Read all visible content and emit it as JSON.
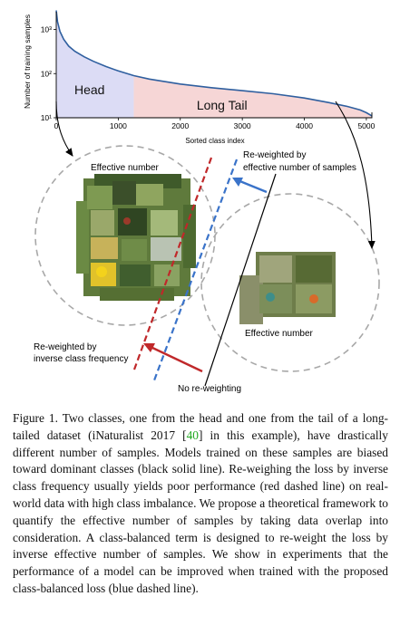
{
  "chart_data": {
    "type": "line",
    "ylabel": "Number of training samples",
    "xlabel": "Sorted class index",
    "xlim": [
      0,
      5089
    ],
    "ylim_log10": [
      1,
      3.4
    ],
    "x_ticks": [
      "0",
      "1000",
      "2000",
      "3000",
      "4000",
      "5000"
    ],
    "y_ticks": [
      "10¹",
      "10²",
      "10³"
    ],
    "regions": [
      {
        "label": "Head",
        "x_range": [
          0,
          1250
        ],
        "color": "#dcdcf5"
      },
      {
        "label": "Long Tail",
        "x_range": [
          1250,
          5089
        ],
        "color": "#f6d6d6"
      }
    ],
    "series": [
      {
        "color": "#2f5f9f",
        "x": [
          0,
          20,
          60,
          120,
          200,
          300,
          450,
          600,
          800,
          1000,
          1250,
          1500,
          2000,
          2500,
          3000,
          3500,
          4000,
          4400,
          4700,
          4900,
          5000,
          5089
        ],
        "y": [
          2700,
          1500,
          900,
          600,
          420,
          320,
          240,
          190,
          145,
          115,
          90,
          75,
          58,
          48,
          41,
          35,
          28,
          22,
          18,
          15,
          13,
          11
        ]
      }
    ]
  },
  "diagram": {
    "label_head_effective": "Effective number",
    "label_tail_effective": "Effective number",
    "label_reweighted_effective_1": "Re-weighted by",
    "label_reweighted_effective_2": "effective number of samples",
    "label_reweighted_inverse_1": "Re-weighted by",
    "label_reweighted_inverse_2": "inverse class frequency",
    "label_no_reweighting": "No re-weighting",
    "colors": {
      "red_line": "#c0282a",
      "blue_line": "#3a73c9",
      "black_line": "#000000",
      "circle": "#a8a8a8"
    }
  },
  "caption": {
    "before_ref": "Figure 1. Two classes, one from the head and one from the tail of a long-tailed dataset (iNaturalist 2017 [",
    "ref": "40",
    "after_ref": "] in this example), have drastically different number of samples. Models trained on these samples are biased toward dominant classes (black solid line). Re-weighing the loss by inverse class frequency usually yields poor performance (red dashed line) on real-world data with high class imbalance. We propose a theoretical framework to quantify the effective number of samples by taking data overlap into consideration. A class-balanced term is designed to re-weight the loss by inverse effective number of samples. We show in experiments that the performance of a model can be improved when trained with the proposed class-balanced loss (blue dashed line)."
  }
}
